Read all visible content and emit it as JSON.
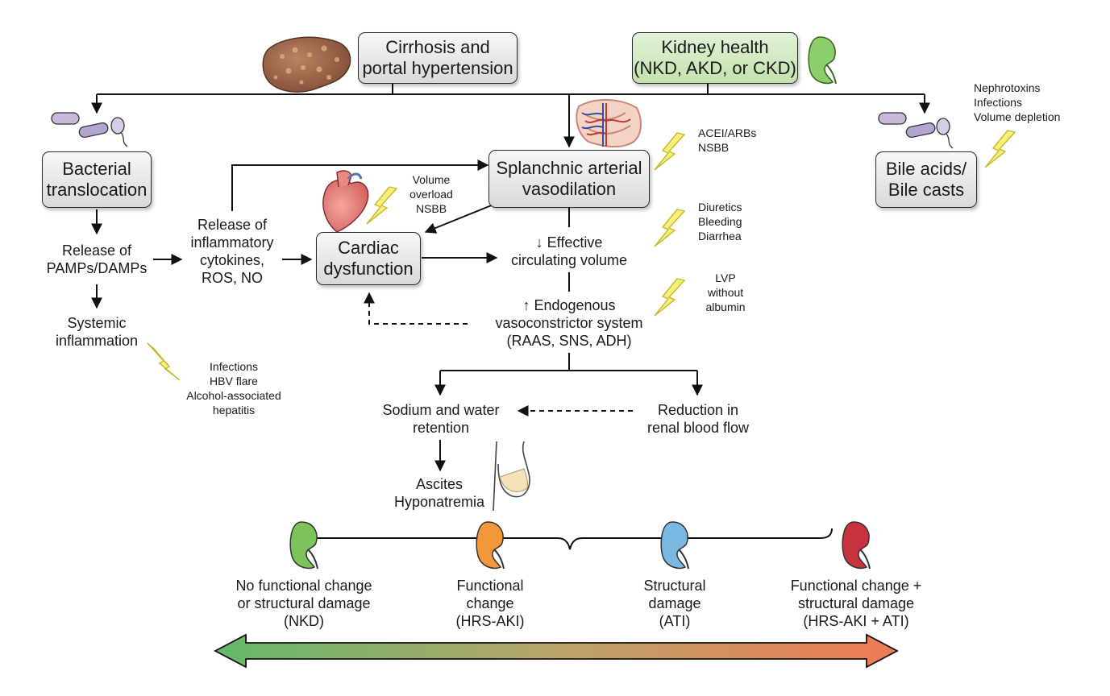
{
  "boxes": {
    "cirrhosis": "Cirrhosis and\nportal hypertension",
    "kidney_health": "Kidney health\n(NKD, AKD, or CKD)",
    "bacterial": "Bacterial\ntranslocation",
    "splanchnic": "Splanchnic arterial\nvasodilation",
    "cardiac": "Cardiac\ndysfunction",
    "bile": "Bile acids/\nBile casts"
  },
  "nodes": {
    "pamps": "Release of\nPAMPs/DAMPs",
    "systemic": "Systemic\ninflammation",
    "cytokines": "Release of\ninflammatory\ncytokines,\nROS, NO",
    "effective": "↓ Effective\ncirculating volume",
    "endogenous": "↑ Endogenous\nvasoconstrictor system\n(RAAS, SNS, ADH)",
    "sodium": "Sodium and water\nretention",
    "renal_flow": "Reduction in\nrenal blood flow",
    "ascites": "Ascites\nHyponatremia"
  },
  "triggers": {
    "infections_hbv": "Infections\nHBV flare\nAlcohol-associated\nhepatitis",
    "volume_overload": "Volume\noverload\nNSBB",
    "acei": "ACEI/ARBs\nNSBB",
    "diuretics": "Diuretics\nBleeding\nDiarrhea",
    "lvp": "LVP\nwithout\nalbumin",
    "nephrotoxins": "Nephrotoxins\nInfections\nVolume depletion"
  },
  "outcomes": [
    {
      "label": "No functional change\nor structural damage\n(NKD)",
      "color": "#7cc35a"
    },
    {
      "label": "Functional\nchange\n(HRS-AKI)",
      "color": "#f2973a"
    },
    {
      "label": "Structural\ndamage\n(ATI)",
      "color": "#79b8e2"
    },
    {
      "label": "Functional change +\nstructural damage\n(HRS-AKI + ATI)",
      "color": "#c8323c"
    }
  ],
  "colors": {
    "spectrum_start": "#63b96a",
    "spectrum_end": "#f07a55",
    "lightning_fill": "#f5f07a",
    "lightning_stroke": "#c9b62a",
    "kidney_health_green": "#8ccf6a",
    "liver": "#a0684a"
  },
  "icons": [
    "liver-icon",
    "kidney-icon",
    "bacteria-icon",
    "intestine-icon",
    "heart-icon",
    "lightning-icon",
    "abdomen-icon"
  ]
}
